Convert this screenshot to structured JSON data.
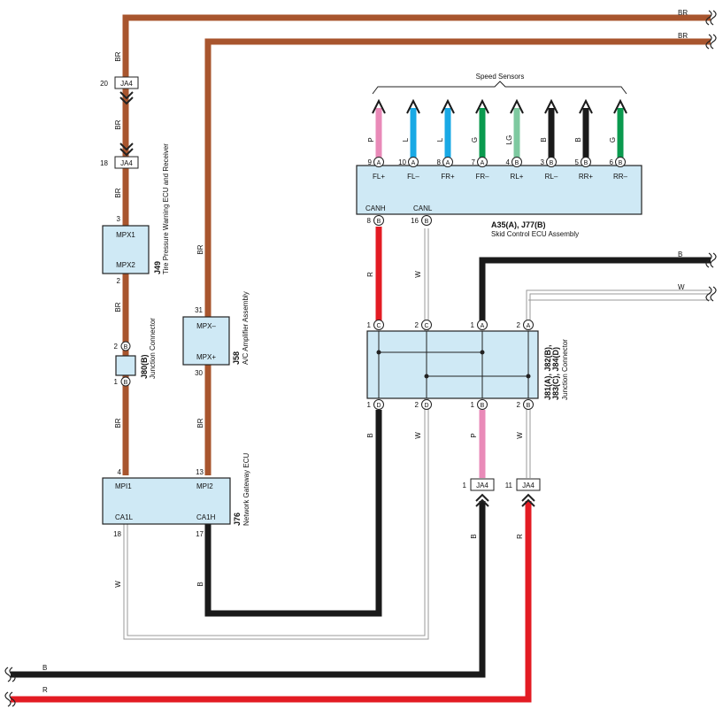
{
  "colors": {
    "BR": "#a8552e",
    "B": "#1a1a1a",
    "R": "#e31b23",
    "P": "#e98ab8",
    "L": "#19a9e5",
    "G": "#0a9a4e",
    "LG": "#7ec9a0",
    "W": "#bbbbbb",
    "box": "#cfe9f5"
  },
  "wires": {
    "br": "BR",
    "b": "B",
    "r": "R",
    "w": "W",
    "p": "P"
  },
  "speed_sensors": {
    "title": "Speed Sensors",
    "pins": [
      {
        "num": "9",
        "conn": "A",
        "color": "P",
        "label": "FL+"
      },
      {
        "num": "10",
        "conn": "A",
        "color": "L",
        "label": "FL–"
      },
      {
        "num": "8",
        "conn": "A",
        "color": "L",
        "label": "FR+"
      },
      {
        "num": "7",
        "conn": "A",
        "color": "G",
        "label": "FR–"
      },
      {
        "num": "4",
        "conn": "B",
        "color": "LG",
        "label": "RL+"
      },
      {
        "num": "3",
        "conn": "B",
        "color": "B",
        "label": "RL–"
      },
      {
        "num": "5",
        "conn": "B",
        "color": "B",
        "label": "RR+"
      },
      {
        "num": "6",
        "conn": "B",
        "color": "G",
        "label": "RR–"
      }
    ]
  },
  "skid_ecu": {
    "code": "A35(A), J77(B)",
    "name": "Skid Control ECU Assembly",
    "canh": "CANH",
    "canl": "CANL",
    "canh_pin": "8",
    "canl_pin": "16",
    "conn": "B"
  },
  "ja4": {
    "label": "JA4",
    "p20": "20",
    "p18": "18",
    "p1": "1",
    "p11": "11"
  },
  "tpms": {
    "code": "J49",
    "name": "Tire Pressure Warning ECU and Receiver",
    "mpx1": "MPX1",
    "mpx2": "MPX2",
    "pin_mpx1": "3",
    "pin_mpx2": "2"
  },
  "junction_j80": {
    "code": "J80(B)",
    "name": "Junction Connector",
    "pin_top": "2",
    "pin_bot": "1",
    "conn": "B"
  },
  "ac_amp": {
    "code": "J58",
    "name": "A/C Amplifier Assembly",
    "mpxm": "MPX–",
    "mpxp": "MPX+",
    "pin_m": "31",
    "pin_p": "30"
  },
  "gateway": {
    "code": "J76",
    "name": "Network Gateway ECU",
    "mpi1": "MPI1",
    "mpi2": "MPI2",
    "ca1l": "CA1L",
    "ca1h": "CA1H",
    "pin_mpi1": "4",
    "pin_mpi2": "13",
    "pin_ca1l": "18",
    "pin_ca1h": "17"
  },
  "junction_big": {
    "code1": "J81(A), J82(B),",
    "code2": "J83(C), J84(D)",
    "name": "Junction Connector",
    "top_pins": [
      {
        "num": "1",
        "conn": "C"
      },
      {
        "num": "2",
        "conn": "C"
      },
      {
        "num": "1",
        "conn": "A"
      },
      {
        "num": "2",
        "conn": "A"
      }
    ],
    "bot_pins": [
      {
        "num": "1",
        "conn": "D"
      },
      {
        "num": "2",
        "conn": "D"
      },
      {
        "num": "1",
        "conn": "B"
      },
      {
        "num": "2",
        "conn": "B"
      }
    ]
  }
}
